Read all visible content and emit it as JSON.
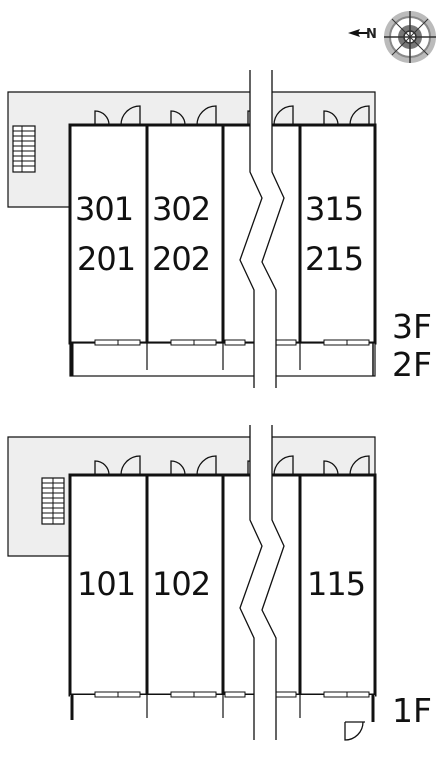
{
  "compass": {
    "north_letter": "N",
    "icon": "compass-rose-icon"
  },
  "upper_block": {
    "units_top": [
      "301",
      "302",
      "315"
    ],
    "units_bottom": [
      "201",
      "202",
      "215"
    ],
    "floor_labels": [
      "3F",
      "2F"
    ]
  },
  "lower_block": {
    "units": [
      "101",
      "102",
      "115"
    ],
    "floor_labels": [
      "1F"
    ]
  },
  "colors": {
    "line": "#111111",
    "corridor_fill": "#eeeeee",
    "compass_gray": "#999999"
  }
}
